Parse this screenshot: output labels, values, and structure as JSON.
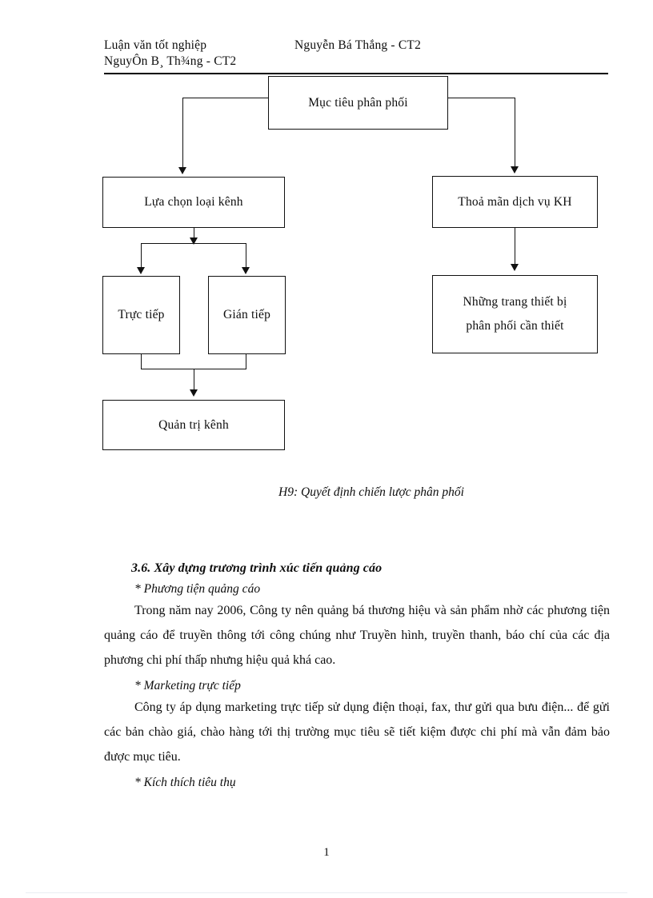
{
  "page": {
    "number": "1",
    "ink_color": "#0d0d0d",
    "paper_color": "#ffffff",
    "line_color": "#111111"
  },
  "header": {
    "line1_left": "Luận văn tốt nghiệp",
    "line1_right": "Nguyễn Bá Thắng - CT2",
    "line2": "NguyÔn B¸ Th¾ng - CT2"
  },
  "diagram": {
    "nodes": {
      "goal": "Mục tiêu phân phối",
      "channel": "Lựa chọn loại kênh",
      "service": "Thoả mãn dịch vụ KH",
      "direct": "Trực tiếp",
      "indirect": "Gián tiếp",
      "equipment_line1": "Những trang thiết bị",
      "equipment_line2": "phân phối cần thiết",
      "management": "Quản trị kênh"
    },
    "caption": "H9: Quyết định chiến lược phân phối"
  },
  "content": {
    "section_heading": "3.6. Xây dựng trương trình xúc tiến quảng cáo",
    "sub_heading_1": "* Phương tiện quảng cáo",
    "paragraph_1": "Trong năm nay 2006, Công ty nên quảng bá thương hiệu và sản phẩm nhờ các phương tiện quảng cáo để truyền thông tới công chúng như Truyền hình, truyền thanh, báo chí của các địa phương chi phí thấp nhưng hiệu quả khá cao.",
    "sub_heading_2": "* Marketing trực tiếp",
    "paragraph_2": "Công ty áp dụng marketing trực tiếp sử dụng điện thoại, fax, thư gửi qua bưu điện... để gửi các bản chào giá, chào hàng tới thị trường mục tiêu sẽ tiết kiệm được chi phí mà vẫn đảm bảo được mục tiêu.",
    "sub_heading_3": "* Kích thích tiêu thụ"
  }
}
